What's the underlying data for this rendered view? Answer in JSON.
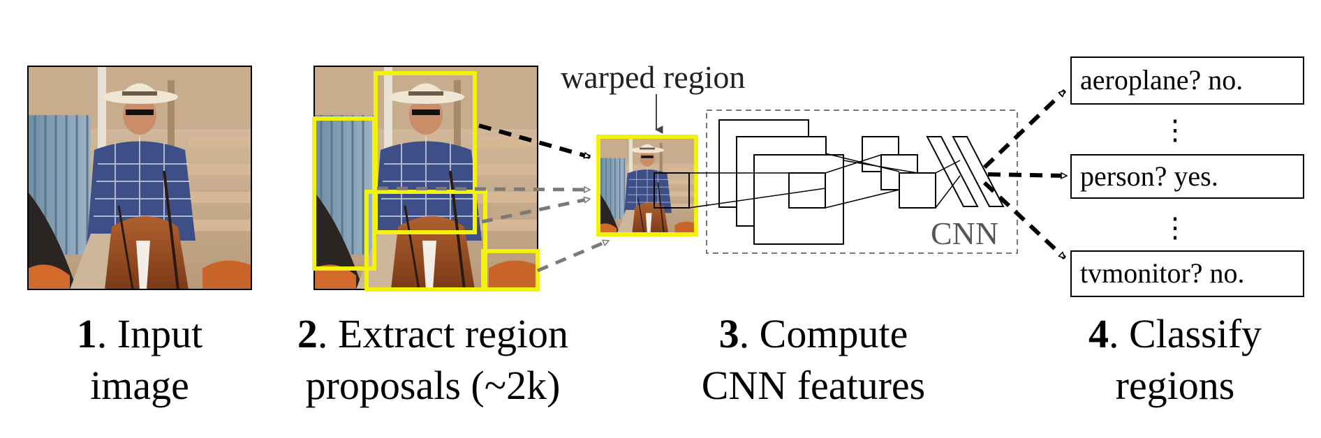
{
  "warped_label": "warped region",
  "cnn_label": "CNN",
  "classes": [
    {
      "text": "aeroplane? no."
    },
    {
      "text": "person? yes."
    },
    {
      "text": "tvmonitor? no."
    }
  ],
  "ellipsis": "⋮",
  "steps": [
    {
      "num": "1",
      "line1_rest": ". Input",
      "line2": "image"
    },
    {
      "num": "2",
      "line1_rest": ". Extract region",
      "line2": "proposals (~2k)"
    },
    {
      "num": "3",
      "line1_rest": ". Compute",
      "line2": "CNN features"
    },
    {
      "num": "4",
      "line1_rest": ". Classify",
      "line2": "regions"
    }
  ],
  "colors": {
    "proposal_box": "#f2f20a",
    "arrow_dark": "#000000",
    "arrow_gray": "#7a7a7a"
  }
}
